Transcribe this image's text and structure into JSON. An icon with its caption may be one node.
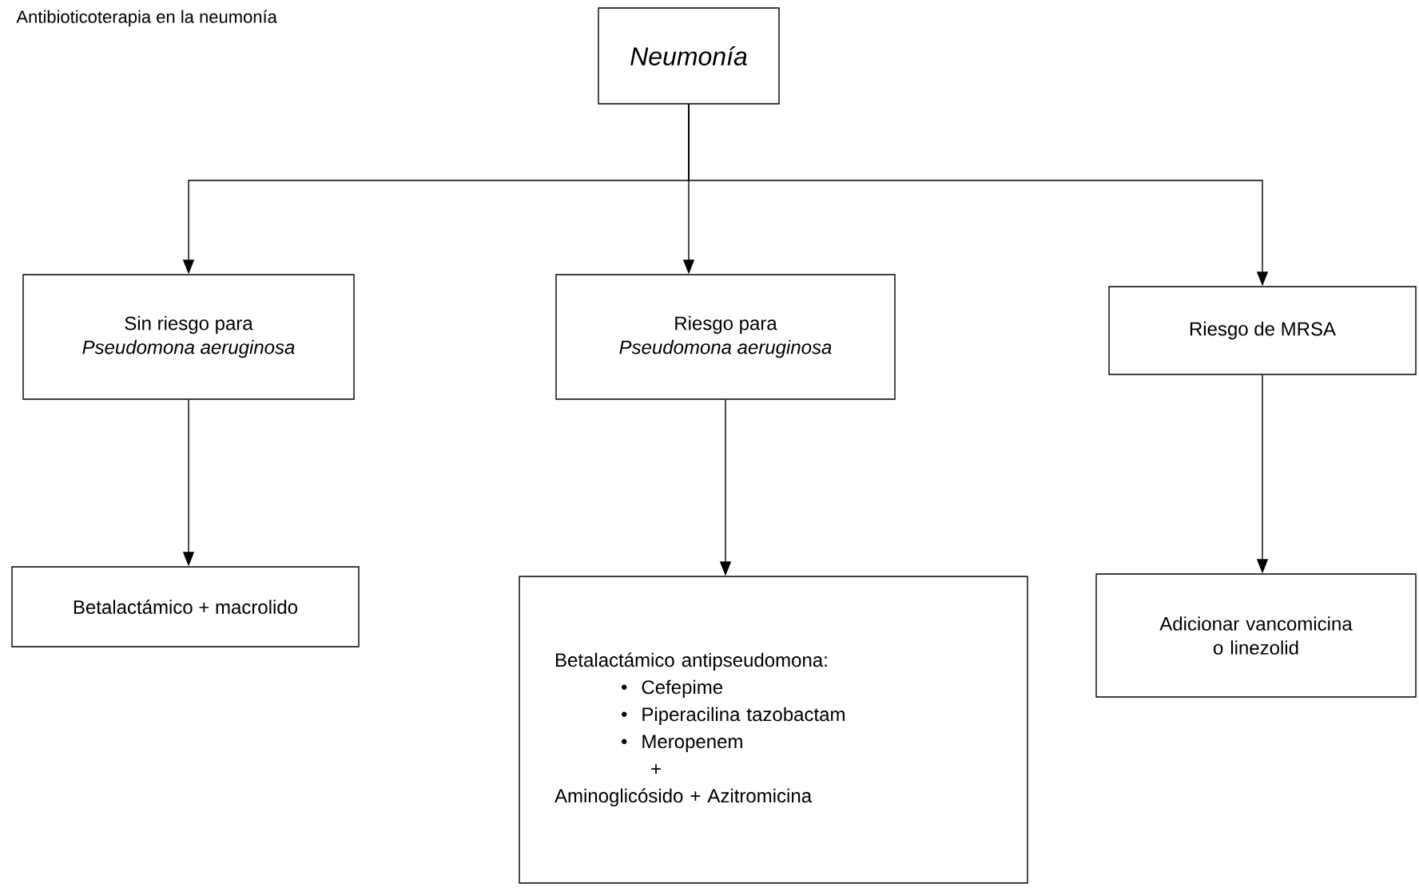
{
  "diagram": {
    "title": "Antibioticoterapia en la neumonía",
    "nodes": [
      {
        "text": [
          "Neumonía"
        ]
      },
      {
        "text": [
          "Sin riesgo para",
          "Pseudomona aeruginosa"
        ]
      },
      {
        "text": [
          "Riesgo para",
          "Pseudomona aeruginosa"
        ]
      },
      {
        "text": [
          "Riesgo de MRSA"
        ]
      },
      {
        "text": [
          "Betalactámico + macrolido"
        ]
      },
      {
        "text": [
          "Betalactámico antipseudomona:",
          "Cefepime",
          "Piperacilina tazobactam",
          "Meropenem",
          "+",
          "Aminoglicósido + Azitromicina"
        ]
      },
      {
        "text": [
          "Adicionar vancomicina o linezolid"
        ]
      }
    ],
    "edges": [
      {
        "from": 0,
        "to": 1,
        "arrow": "to"
      },
      {
        "from": 0,
        "to": 2,
        "arrow": "to"
      },
      {
        "from": 0,
        "to": 3,
        "arrow": "to"
      },
      {
        "from": 1,
        "to": 4,
        "arrow": "to"
      },
      {
        "from": 2,
        "to": 5,
        "arrow": "to"
      },
      {
        "from": 3,
        "to": 6,
        "arrow": "to"
      }
    ]
  }
}
